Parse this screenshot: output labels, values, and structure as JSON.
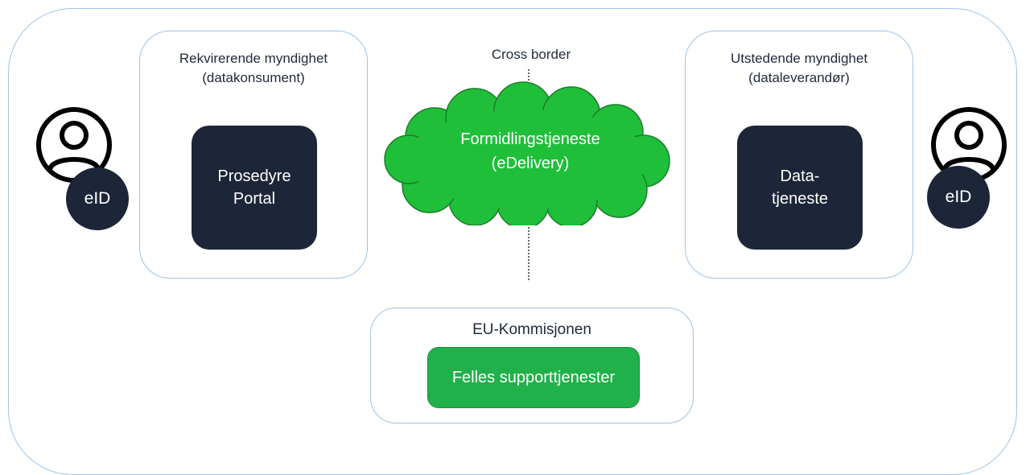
{
  "colors": {
    "frame_border": "#9cc3e6",
    "dark_box": "#1d2638",
    "cloud_fill": "#1fbf3a",
    "cloud_stroke": "#1c7d2a",
    "support_green": "#21b14a",
    "text": "#1f2a3a"
  },
  "left_authority": {
    "title_line1": "Rekvirerende myndighet",
    "title_line2": "(datakonsument)",
    "box_line1": "Prosedyre",
    "box_line2": "Portal"
  },
  "right_authority": {
    "title_line1": "Utstedende myndighet",
    "title_line2": "(dataleverandør)",
    "box_line1": "Data-",
    "box_line2": "tjeneste"
  },
  "cross_border": {
    "label": "Cross border"
  },
  "cloud": {
    "line1": "Formidlingstjeneste",
    "line2": "(eDelivery)"
  },
  "users": {
    "left_badge": "eID",
    "right_badge": "eID",
    "icon": "user-circle-icon"
  },
  "eu": {
    "title": "EU-Kommisjonen",
    "service": "Felles supporttjenester"
  }
}
